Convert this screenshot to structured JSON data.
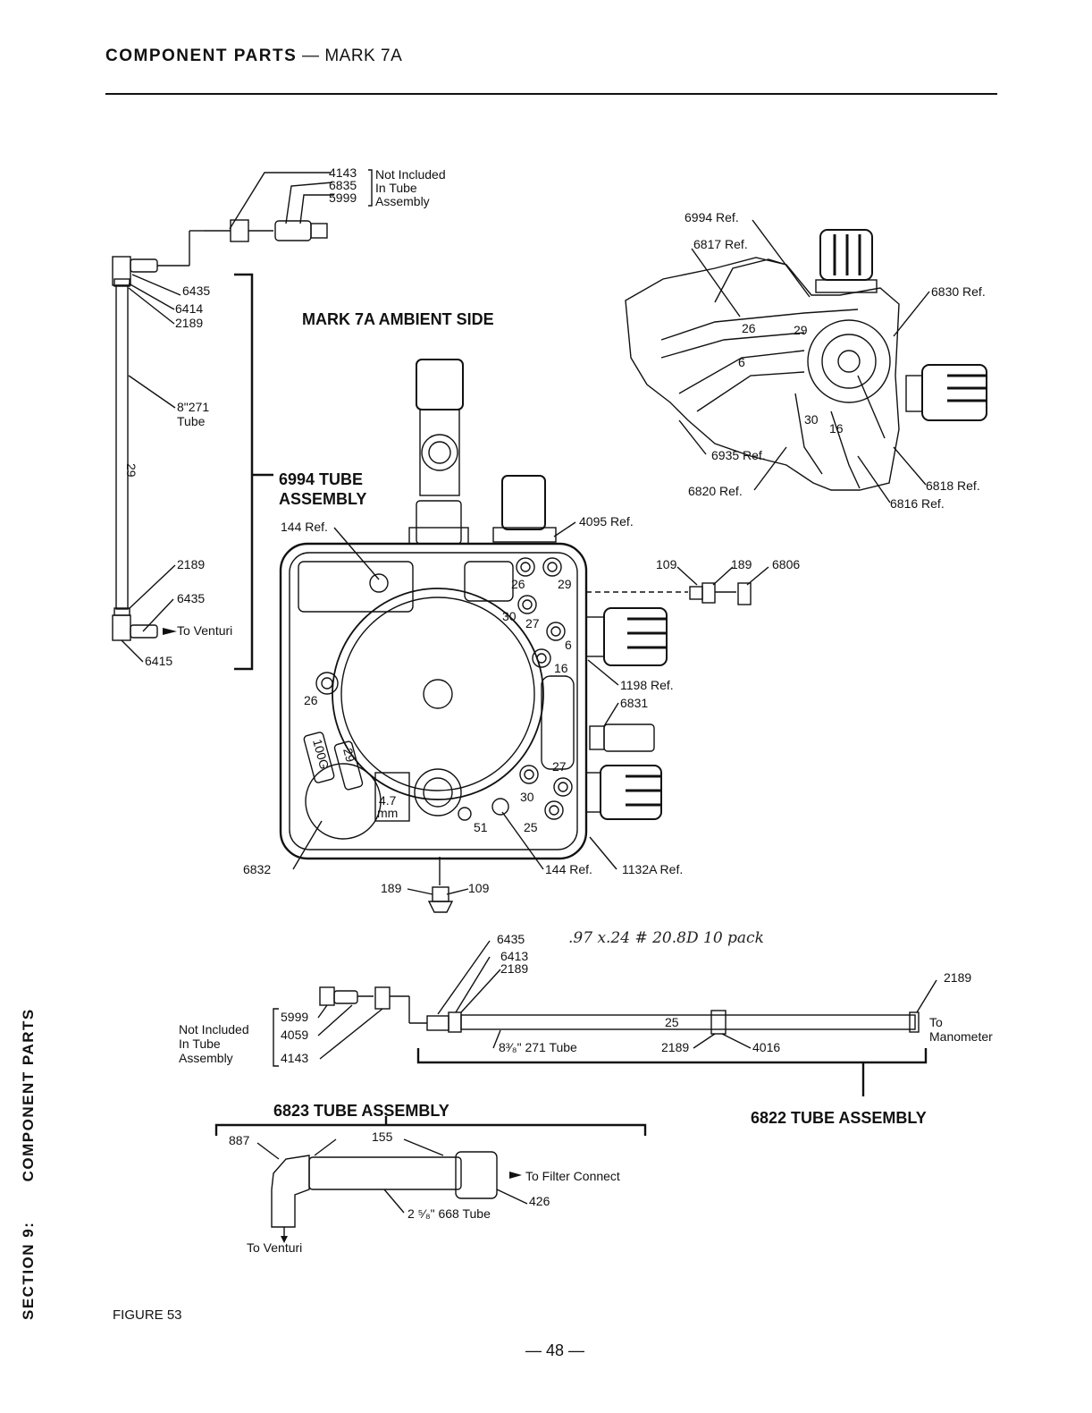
{
  "header": {
    "bold": "COMPONENT PARTS",
    "dash": "—",
    "model": "MARK 7A"
  },
  "diagram_title": "MARK 7A AMBIENT SIDE",
  "assemblies": {
    "a6994": [
      "6994 TUBE",
      "ASSEMBLY"
    ],
    "a6822": "6822 TUBE ASSEMBLY",
    "a6823": "6823 TUBE ASSEMBLY"
  },
  "notes": {
    "not_included_top": [
      "Not Included",
      "In Tube",
      "Assembly"
    ],
    "not_included_bottom": [
      "Not Included",
      "In Tube",
      "Assembly"
    ],
    "to_venturi": "To Venturi",
    "to_manometer": [
      "To",
      "Manometer"
    ],
    "to_filter": "To Filter Connect",
    "tube_8": [
      "8\"271",
      "Tube"
    ],
    "tube_838": "8³⁄₈\" 271 Tube",
    "tube_258": "2 ⁵⁄₈\" 668 Tube",
    "handwritten": ".97  x.24   # 20.8D   10 pack"
  },
  "parts": {
    "top_fit": [
      "4143",
      "6835",
      "5999"
    ],
    "tube994": [
      "6435",
      "6414",
      "2189",
      "29",
      "2189",
      "6435",
      "6415"
    ],
    "refs_right": [
      "6994 Ref.",
      "6817 Ref.",
      "6830 Ref.",
      "6935 Ref.",
      "6820 Ref.",
      "6818 Ref.",
      "6816 Ref."
    ],
    "body": [
      "144 Ref.",
      "4095 Ref.",
      "109",
      "189",
      "6806",
      "1198 Ref.",
      "6831",
      "6832",
      "144 Ref.",
      "1132A Ref.",
      "189",
      "109"
    ],
    "ports": [
      "26",
      "29",
      "27",
      "30",
      "6",
      "16",
      "26",
      "27",
      "30",
      "25",
      "51",
      "100G",
      "29",
      "4.7",
      "mm"
    ],
    "detail_ports": [
      "29",
      "26",
      "6",
      "30",
      "16"
    ],
    "tube822": [
      "6435",
      "6413",
      "2189",
      "2189",
      "25",
      "2189",
      "4016"
    ],
    "bottom_fit": [
      "5999",
      "4059",
      "4143"
    ],
    "tube823": [
      "887",
      "155",
      "426"
    ]
  },
  "figure": "FIGURE 53",
  "side_text": {
    "section": "SECTION 9:",
    "title": "COMPONENT PARTS"
  },
  "page_number": "— 48 —"
}
